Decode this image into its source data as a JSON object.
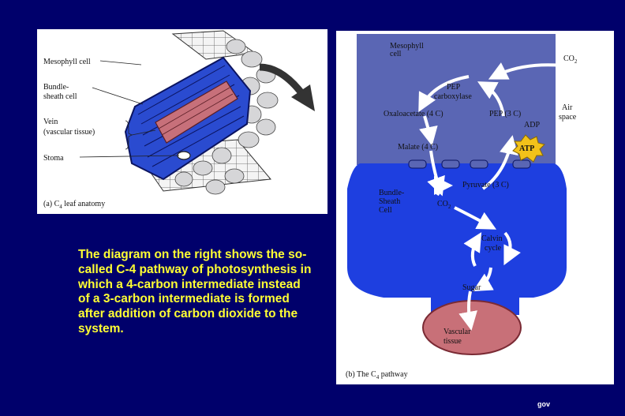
{
  "left_panel": {
    "labels": {
      "mesophyll": "Mesophyll cell",
      "bundle1": "Bundle-",
      "bundle2": "sheath cell",
      "vein1": "Vein",
      "vein2": "(vascular tissue)",
      "stoma": "Stoma"
    },
    "caption_prefix": "(a) C",
    "caption_sub": "4",
    "caption_suffix": " leaf anatomy"
  },
  "right_panel": {
    "labels": {
      "mesophyll1": "Mesophyll",
      "mesophyll2": "cell",
      "co2_in": "CO",
      "co2_in_sub": "2",
      "air1": "Air",
      "air2": "space",
      "pep_carb1": "PEP",
      "pep_carb2": "carboxylase",
      "oxaloacetate": "Oxaloacetate (4 C)",
      "pep3c": "PEP (3 C)",
      "adp": "ADP",
      "atp": "ATP",
      "malate": "Malate (4 C)",
      "pyruvate": "Pyruvate (3 C)",
      "bundle1": "Bundle-",
      "bundle2": "Sheath",
      "bundle3": "Cell",
      "co2_bs": "CO",
      "co2_bs_sub": "2",
      "calvin1": "Calvin",
      "calvin2": "cycle",
      "sugar": "Sugar",
      "vascular1": "Vascular",
      "vascular2": "tissue"
    },
    "caption_prefix": "(b) The C",
    "caption_sub": "4",
    "caption_suffix": " pathway"
  },
  "caption": "The diagram on the right shows the so-called C-4 pathway of photosynthesis in which a 4-carbon intermediate instead of a 3-carbon intermediate is formed after addition of carbon dioxide to the system.",
  "footer": "gov",
  "colors": {
    "background": "#00006b",
    "caption_text": "#ffff33",
    "mesophyll_fill": "#5a66b4",
    "bundle_sheath_fill": "#1e3fe0",
    "vascular_fill": "#c87078",
    "atp_fill": "#f2c21a"
  }
}
